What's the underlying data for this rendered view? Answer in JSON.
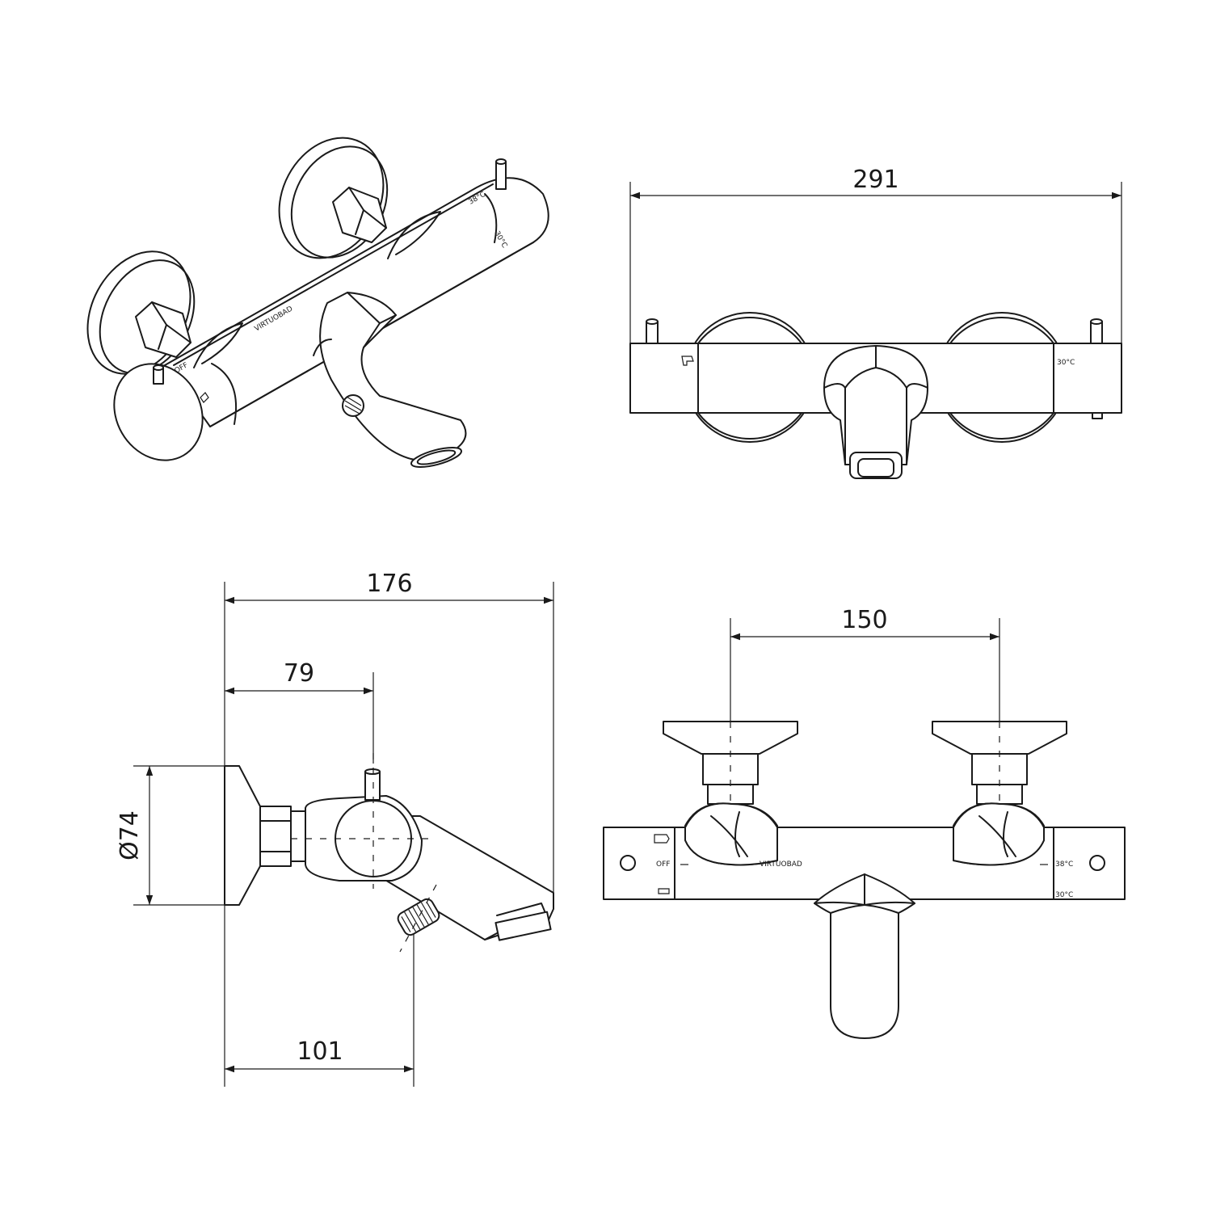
{
  "dimensions": {
    "width_front": "291",
    "depth_total": "176",
    "depth_to_handle": "79",
    "diameter": "Ø74",
    "depth_to_outlet": "101",
    "inlet_spacing": "150"
  },
  "markings": {
    "off": "OFF",
    "temp_38": "38°C",
    "temp_30": "30°C",
    "brand": "VIRTUOBAD"
  }
}
